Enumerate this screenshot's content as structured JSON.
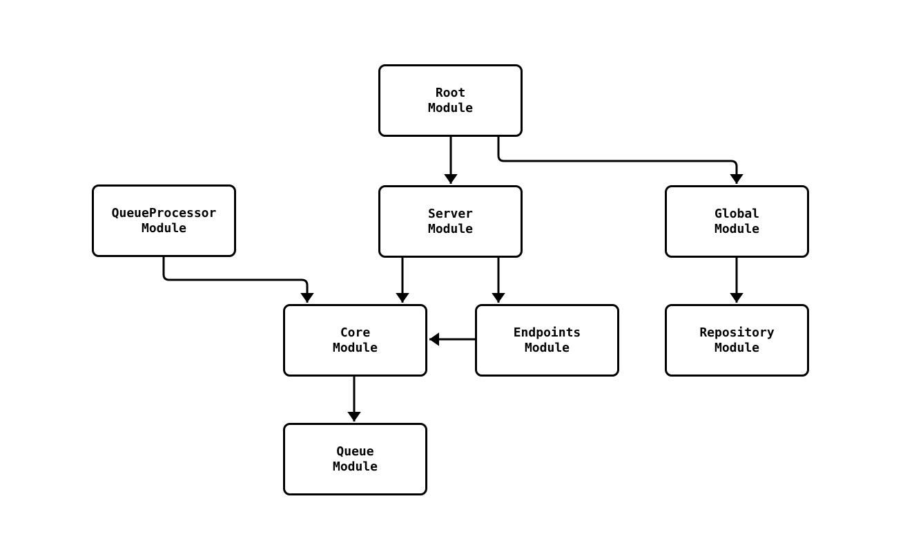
{
  "diagram": {
    "type": "flowchart",
    "orientation": "top-down",
    "background_color": "#ffffff",
    "node_fill_color": "#ffffff",
    "node_border_color": "#000000",
    "edge_color": "#000000",
    "text_color": "#000000",
    "nodes": [
      {
        "id": "root",
        "label": "Root\nModule"
      },
      {
        "id": "queueprocessor",
        "label": "QueueProcessor\nModule"
      },
      {
        "id": "server",
        "label": "Server\nModule"
      },
      {
        "id": "global",
        "label": "Global\nModule"
      },
      {
        "id": "core",
        "label": "Core\nModule"
      },
      {
        "id": "endpoints",
        "label": "Endpoints\nModule"
      },
      {
        "id": "repository",
        "label": "Repository\nModule"
      },
      {
        "id": "queue",
        "label": "Queue\nModule"
      }
    ],
    "edges": [
      {
        "from": "root",
        "to": "server"
      },
      {
        "from": "root",
        "to": "global"
      },
      {
        "from": "queueprocessor",
        "to": "core"
      },
      {
        "from": "server",
        "to": "core"
      },
      {
        "from": "server",
        "to": "endpoints"
      },
      {
        "from": "endpoints",
        "to": "core"
      },
      {
        "from": "global",
        "to": "repository"
      },
      {
        "from": "core",
        "to": "queue"
      }
    ]
  }
}
